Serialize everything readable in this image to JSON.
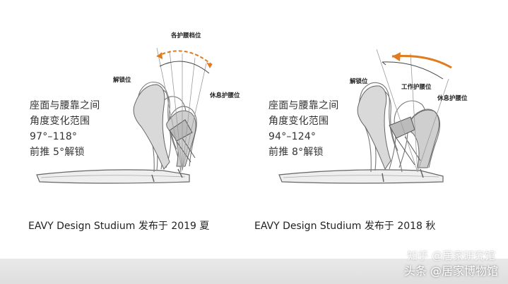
{
  "left": {
    "labels": {
      "top": "各护腰档位",
      "unlock": "解锁位",
      "rest": "休息护腰位"
    },
    "spec": [
      "座面与腰靠之间",
      "角度变化范围",
      "97°–118°",
      "前推 5°解锁"
    ],
    "caption": "EAVY Design Studium 发布于 2019 夏"
  },
  "right": {
    "labels": {
      "unlock": "解锁位",
      "work": "工作护腰位",
      "rest": "休息护腰位"
    },
    "spec": [
      "座面与腰靠之间",
      "角度变化范围",
      "94°–124°",
      "前推 8°解锁"
    ],
    "caption": "EAVY Design Studium 发布于 2018 秋"
  },
  "colors": {
    "arrow": "#e07b1e",
    "guide": "#999999",
    "chair": "#888888"
  },
  "watermark": {
    "line1": "知乎 @居家研究馆",
    "line2": "头条 @居家博物馆"
  }
}
